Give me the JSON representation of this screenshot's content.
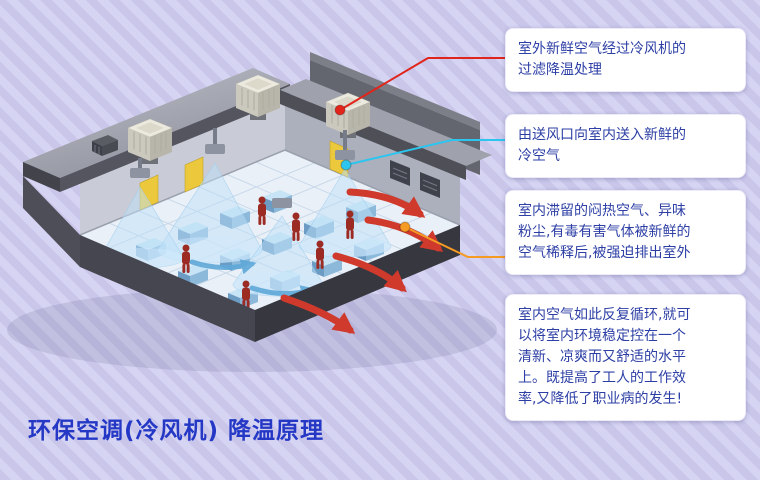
{
  "page": {
    "title": "环保空调(冷风机)  降温原理"
  },
  "callouts": [
    {
      "text": "室外新鲜空气经过冷风机的\n过滤降温处理",
      "line_color": "#e1251b"
    },
    {
      "text": "由送风口向室内送入新鲜的\n冷空气",
      "line_color": "#2cc5f0"
    },
    {
      "text": "室内滞留的闷热空气、异味\n粉尘,有毒有害气体被新鲜的\n空气稀释后,被强迫排出室外",
      "line_color": "#f59a23"
    },
    {
      "text": "室内空气如此反复循环,就可\n以将室内环境稳定控在一个\n清新、凉爽而又舒适的水平\n上。既提高了工人的工作效\n率,又降低了职业病的发生!"
    }
  ],
  "style": {
    "background_color": "#c9c6ea",
    "background_stripe_color": "#d6d4f3",
    "callout_background": "#ffffff",
    "callout_text_color": "#2d3fa5",
    "title_color": "#2438c5",
    "exhaust_arrow_color": "#cf3a2c",
    "supply_arrow_color": "#5fa8d8"
  }
}
